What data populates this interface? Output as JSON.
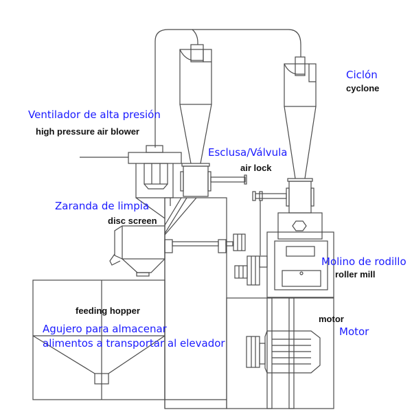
{
  "colors": {
    "spanish_label": "#1a1aff",
    "english_label": "#111111",
    "line": "#4a4a4a",
    "background": "#ffffff"
  },
  "components": {
    "cyclone": {
      "es": "Ciclón",
      "en": "cyclone"
    },
    "blower": {
      "es": "Ventilador de alta presión",
      "en": "high pressure air blower"
    },
    "airlock": {
      "es": "Esclusa/Válvula",
      "en": "air lock"
    },
    "disc_screen": {
      "es": "Zaranda de limpia",
      "en": "disc screen"
    },
    "roller_mill": {
      "es": "Molino de rodillo",
      "en": "roller mill"
    },
    "hopper": {
      "en": "feeding hopper",
      "es_line1": "Agujero para almacenar",
      "es_line2": "alimentos a transportar al elevador"
    },
    "motor": {
      "en": "motor",
      "es": "Motor"
    }
  }
}
